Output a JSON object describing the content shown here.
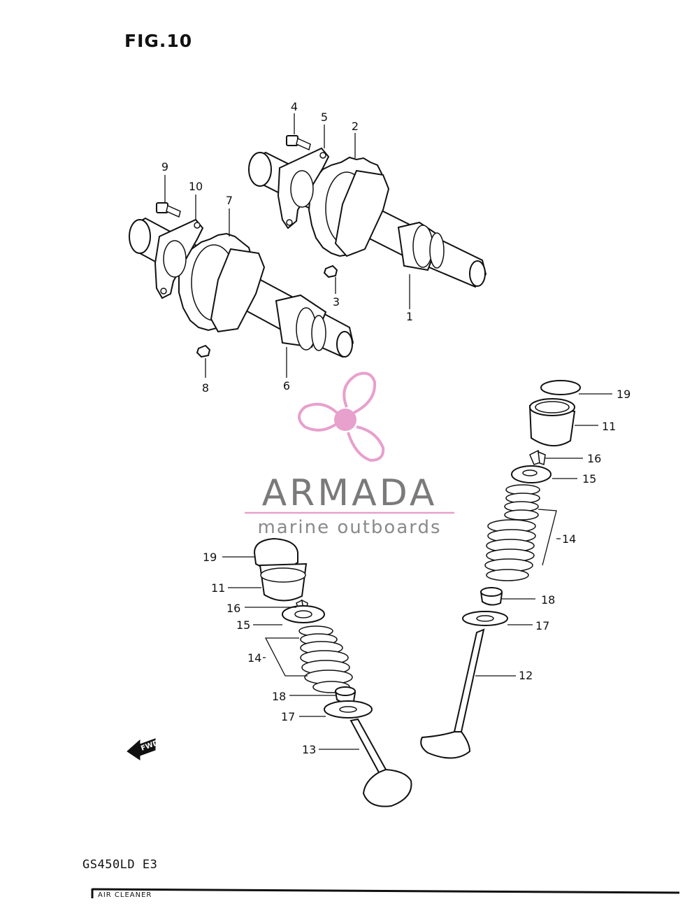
{
  "figure": {
    "title": "FIG.10"
  },
  "model": {
    "code": "GS450LD  E3"
  },
  "footer": {
    "label": "AIR CLEANER"
  },
  "watermark": {
    "brand": "ARMADA",
    "tagline": "marine outboards",
    "accent_color": "#e8a0cc",
    "text_color": "#7a7a7a"
  },
  "fwd_marker": {
    "label": "FWD",
    "icon": "fwd-arrow-icon"
  },
  "callouts": {
    "c1": "1",
    "c2": "2",
    "c3": "3",
    "c4": "4",
    "c5": "5",
    "c6": "6",
    "c7": "7",
    "c8": "8",
    "c9": "9",
    "c10": "10",
    "r19": "19",
    "r11": "11",
    "r16": "16",
    "r15": "15",
    "r14": "14",
    "r18": "18",
    "r17": "17",
    "r12": "12",
    "l19": "19",
    "l11": "11",
    "l16": "16",
    "l15": "15",
    "l14": "14",
    "l18": "18",
    "l17": "17",
    "l13": "13"
  }
}
